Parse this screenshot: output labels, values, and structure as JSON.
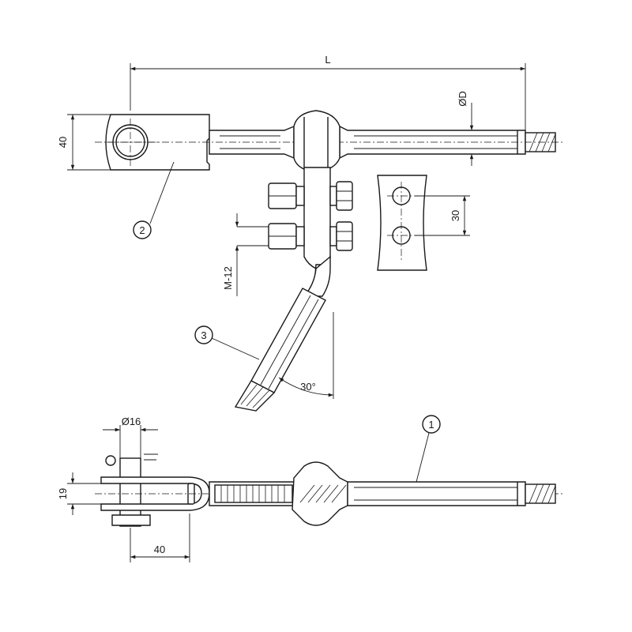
{
  "dimensions": {
    "overall_length": "L",
    "rod_diameter": "ØD",
    "eye_height": "40",
    "hole_spacing": "30",
    "bolt_size": "M-12",
    "angle": "30°",
    "pin_diameter": "Ø16",
    "jaw_opening": "19",
    "jaw_length": "40"
  },
  "callouts": {
    "part_1": "1",
    "part_2": "2",
    "part_3": "3"
  }
}
